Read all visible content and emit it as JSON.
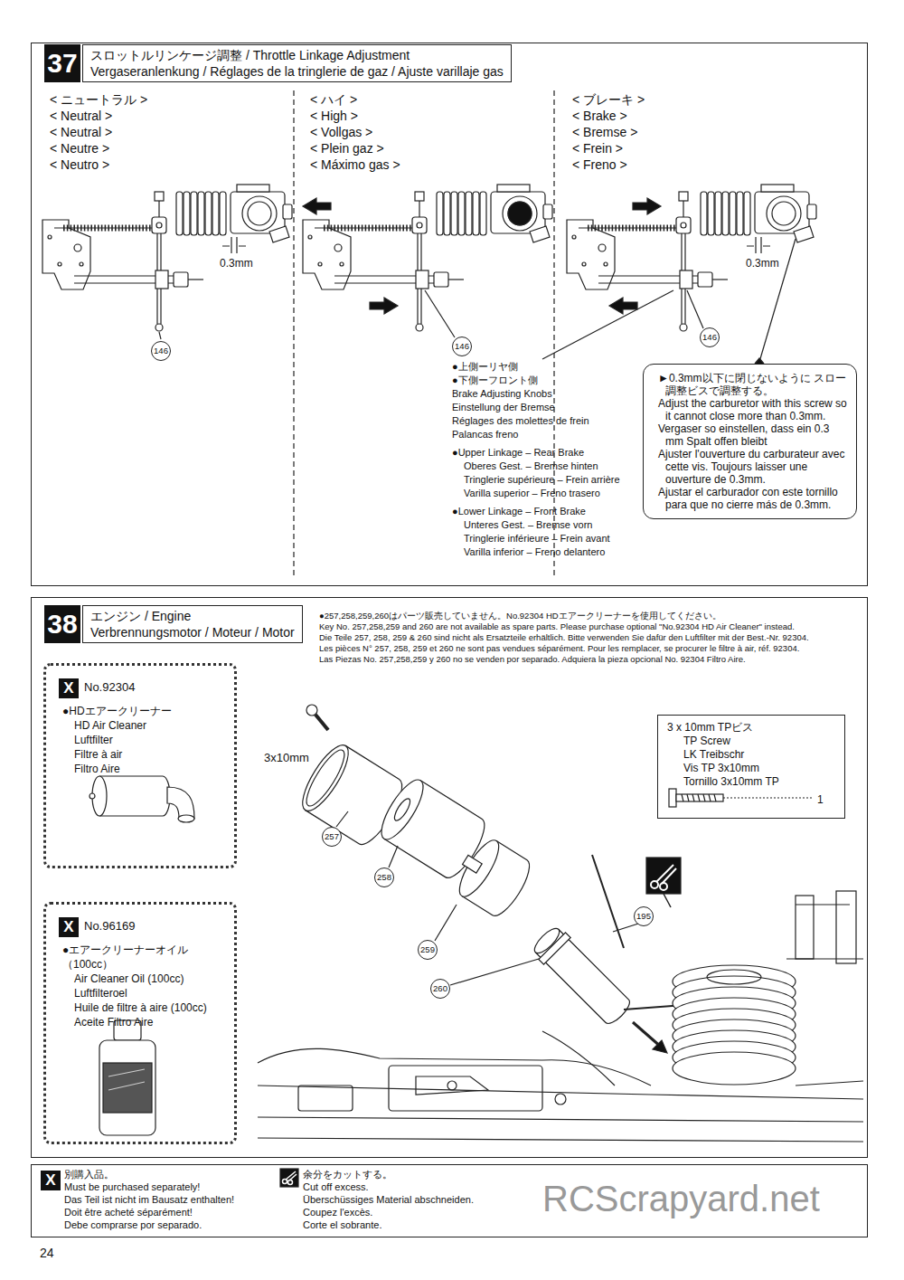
{
  "diagram": {
    "nodes": [
      {
        "text": [
          "37",
          "スロットルリンケージ調整 / Throttle Linkage Adjustment",
          "Vergaseranlenkung / Réglages de la tringlerie de gaz / Ajuste varillaje gas"
        ]
      },
      {
        "text": [
          "►0.3mm以下に閉じないように スロー調整ビスで調整する。",
          "Adjust the carburetor with this screw so it cannot close more than 0.3mm.",
          "Vergaser so einstellen, dass ein 0.3 mm Spalt offen bleibt",
          "Ajuster l'ouverture du carburateur avec cette vis. Toujours laisser une ouverture de 0.3mm.",
          "Ajustar el carburador con este tornillo para que no cierre más de 0.3mm."
        ],
        "in": 0
      },
      {
        "text": [
          "38",
          "エンジン / Engine",
          "Verbrennungsmotor / Moteur / Motor"
        ]
      },
      {
        "text": [
          "X",
          "No.92304",
          "●HDエアークリーナー",
          "HD Air Cleaner",
          "Luftfilter",
          "Filtre à air",
          "Filtro Aire"
        ],
        "in": 2
      },
      {
        "text": [
          "X",
          "No.96169",
          "●エアークリーナーオイル（100cc）",
          "Air Cleaner Oil (100cc)",
          "Luftfilteroel",
          "Huile de filtre à aire (100cc)",
          "Aceite Filtro Aire"
        ],
        "in": 2
      },
      {
        "text": [
          "3 x 10mm TPビス",
          "TP Screw",
          "LK Treibschr",
          "Vis TP 3x10mm",
          "Tornillo 3x10mm TP",
          "1"
        ],
        "in": 2
      },
      {
        "text": [
          "X",
          "別購入品。",
          "Must be purchased separately!",
          "Das Teil ist nicht im Bausatz enthalten!",
          "Doit être acheté séparément!",
          "Debe comprarse por separado.",
          "余分をカットする。",
          "Cut off excess.",
          "Überschüssiges Material abschneiden.",
          "Coupez l'excès.",
          "Corte el sobrante."
        ]
      }
    ],
    "labels": [
      "< ニュートラル >",
      "< Neutral >",
      "< Neutral >",
      "< Neutre >",
      "< Neutro >",
      "< ハイ >",
      "< High >",
      "< Vollgas >",
      "< Plein gaz >",
      "< Máximo gas >",
      "< ブレーキ >",
      "< Brake >",
      "< Bremse >",
      "< Frein >",
      "< Freno >",
      "0.3mm",
      "0.3mm",
      "146",
      "146",
      "146",
      "●上側ーリヤ側",
      "●下側ーフロント側",
      "Brake Adjusting Knobs",
      "Einstellung der Bremse",
      "Réglages des molettes de frein",
      "Palancas freno",
      "●Upper Linkage – Rear Brake",
      "Oberes Gest. – Bremse hinten",
      "Tringlerie supérieure – Frein arrière",
      "Varilla superior – Freno trasero",
      "●Lower Linkage – Front Brake",
      "Unteres Gest. – Bremse vorn",
      "Tringlerie inférieure – Frein avant",
      "Varilla inferior – Freno delantero",
      "●257,258,259,260はパーツ販売していません。No.92304 HDエアークリーナーを使用してください。",
      "Key No. 257,258,259 and 260 are not available as spare parts. Please purchase optional \"No.92304 HD Air Cleaner\" instead.",
      "Die Teile 257, 258, 259 & 260 sind nicht als Ersatzteile erhältlich. Bitte verwenden Sie dafür den Luftfilter mit der Best.-Nr. 92304.",
      "Les pièces N° 257, 258, 259 et 260 ne sont pas vendues séparément. Pour les remplacer, se procurer le filtre à air, réf. 92304.",
      "Las Piezas No. 257,258,259 y 260 no se venden por separado. Adquiera la pieza opcional No. 92304 Filtro Aire.",
      "3x10mm",
      "257",
      "258",
      "259",
      "260",
      "195",
      "24",
      "RCScrapyard.net"
    ]
  }
}
